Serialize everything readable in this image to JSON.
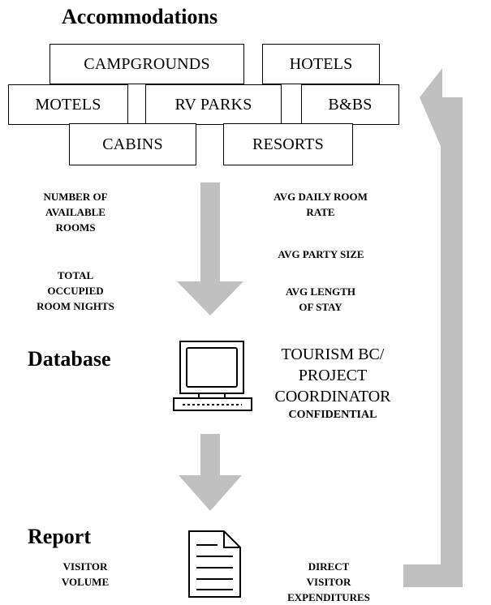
{
  "accommodations": {
    "title": "Accommodations",
    "types": {
      "campgrounds": "CAMPGROUNDS",
      "hotels": "HOTELS",
      "motels": "MOTELS",
      "rv_parks": "RV PARKS",
      "bnbs": "B&BS",
      "cabins": "CABINS",
      "resorts": "RESORTS"
    }
  },
  "metrics_left": {
    "available_rooms": [
      "NUMBER OF",
      "AVAILABLE",
      "ROOMS"
    ],
    "occupied_nights": [
      "TOTAL",
      "OCCUPIED",
      "ROOM NIGHTS"
    ]
  },
  "metrics_right": {
    "avg_daily_rate": [
      "AVG DAILY ROOM",
      "RATE"
    ],
    "avg_party_size": [
      "AVG PARTY SIZE"
    ],
    "avg_length_stay": [
      "AVG LENGTH",
      "OF STAY"
    ]
  },
  "database": {
    "title": "Database",
    "coordinator": [
      "TOURISM BC/",
      "PROJECT",
      "COORDINATOR"
    ],
    "confidential": "CONFIDENTIAL"
  },
  "report": {
    "title": "Report",
    "visitor_volume": [
      "VISITOR",
      "VOLUME"
    ],
    "direct_expenditures": [
      "DIRECT",
      "VISITOR",
      "EXPENDITURES"
    ]
  },
  "icons": {
    "computer": "computer-icon",
    "document": "document-icon"
  },
  "colors": {
    "arrow": "#c0c0c0",
    "stroke": "#000000"
  }
}
